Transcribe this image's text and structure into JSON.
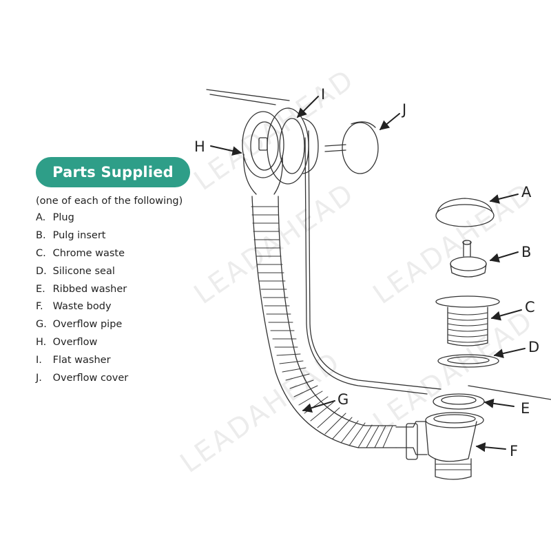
{
  "heading": "Parts Supplied",
  "intro": "(one of each of the following)",
  "parts": [
    {
      "key": "A.",
      "name": "Plug"
    },
    {
      "key": "B.",
      "name": "Pulg insert"
    },
    {
      "key": "C.",
      "name": "Chrome waste"
    },
    {
      "key": "D.",
      "name": "Silicone seal"
    },
    {
      "key": "E.",
      "name": "Ribbed washer"
    },
    {
      "key": "F.",
      "name": "Waste body"
    },
    {
      "key": "G.",
      "name": "Overflow pipe"
    },
    {
      "key": "H.",
      "name": "Overflow"
    },
    {
      "key": "I.",
      "name": "Flat washer"
    },
    {
      "key": "J.",
      "name": "Overflow cover"
    }
  ],
  "callouts": {
    "A": "A",
    "B": "B",
    "C": "C",
    "D": "D",
    "E": "E",
    "F": "F",
    "G": "G",
    "H": "H",
    "I": "I",
    "J": "J"
  },
  "watermark": "LEADAHEAD",
  "colors": {
    "badge": "#2e9e88",
    "line": "#333333"
  }
}
